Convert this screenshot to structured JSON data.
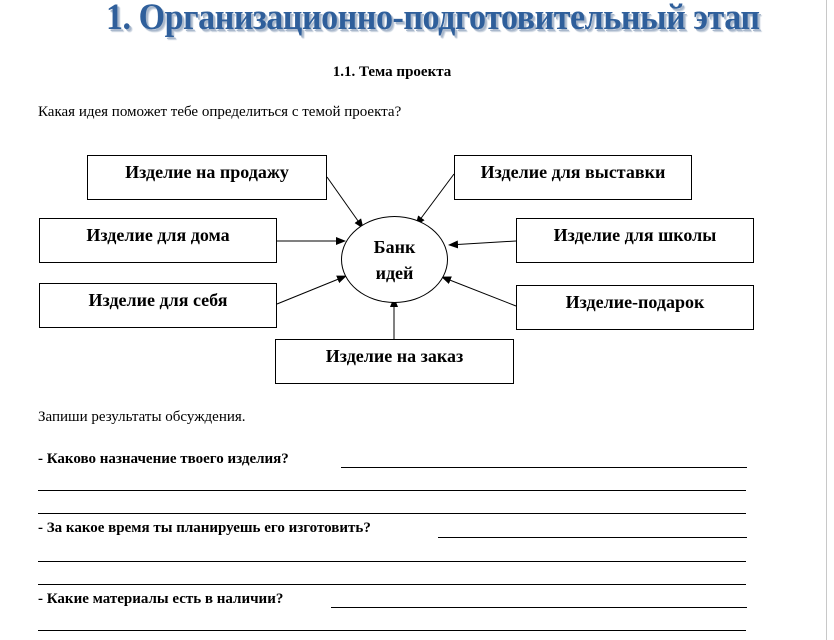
{
  "header": {
    "title": "1. Организационно-подготовительный этап",
    "section": "1.1. Тема проекта"
  },
  "intro": {
    "question": "Какая идея поможет тебе определиться с темой проекта?"
  },
  "diagram": {
    "center": "Банк\nидей",
    "boxes": {
      "sale": "Изделие на продажу",
      "exhibition": "Изделие для выставки",
      "home": "Изделие для дома",
      "school": "Изделие для школы",
      "self": "Изделие для себя",
      "gift": "Изделие-подарок",
      "order": "Изделие на заказ"
    }
  },
  "results": {
    "label": "Запиши результаты обсуждения.",
    "q1": "- Каково назначение твоего изделия?",
    "q2": "- За какое время ты планируешь его изготовить?",
    "q3": "- Какие материалы есть в наличии?"
  }
}
